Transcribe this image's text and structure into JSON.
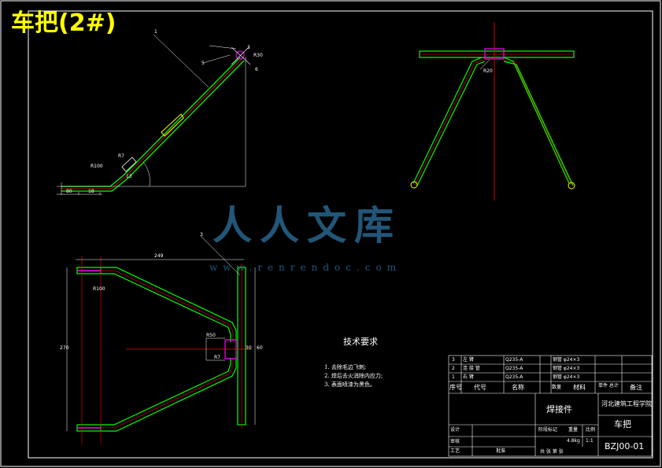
{
  "drawing": {
    "title_label": "车把(2#)",
    "colors": {
      "frame": "#ffffff",
      "outline": "#00ff00",
      "centerline": "#ff0000",
      "dimension": "#ffffff",
      "detail": "#ff00ff",
      "label": "#ffff00",
      "watermark": "#2c6f9b"
    },
    "watermark": {
      "text": "人人文库",
      "url": "www.renrendoc.com"
    },
    "tech_requirements": {
      "heading": "技术要求",
      "items": [
        "1. 去除毛边飞刺;",
        "2. 焊后去火消除内应力;",
        "3. 表面喷漆为黑色。"
      ]
    },
    "side_view": {
      "part_no": "1",
      "dims": [
        "R100",
        "R7",
        "80",
        "18",
        "13",
        "R30",
        "3",
        "5",
        "6"
      ]
    },
    "front_view": {
      "dims": [
        "R20"
      ]
    },
    "top_view": {
      "part_no": "3",
      "dims": [
        "249",
        "R100",
        "R50",
        "R7",
        "30",
        "60",
        "270"
      ]
    },
    "title_block": {
      "rows": [
        {
          "no": "3",
          "name": "左 臂",
          "standard": "Q235-A",
          "material": "钢管 φ24×3"
        },
        {
          "no": "2",
          "name": "连 接 管",
          "standard": "Q235-A",
          "material": "钢管 φ24×3"
        },
        {
          "no": "1",
          "name": "右 臂",
          "standard": "Q235-A",
          "material": "钢管 φ24×3"
        }
      ],
      "header": {
        "no": "序号",
        "code": "代号",
        "name": "名称",
        "qty": "数量",
        "material": "材料",
        "weight": "单件 总计",
        "remark": "备注"
      },
      "assembly_name": "焊接件",
      "school": "河北建筑工程学院",
      "part_name": "车把",
      "drawing_code": "BZJ00-01",
      "labels": {
        "design": "设计",
        "check": "审核",
        "process": "工艺",
        "approve": "批准",
        "stage": "阶段标记",
        "weight": "重量",
        "scale": "比例",
        "sheets": "共 张 第 张"
      },
      "weight_value": "4.8kg",
      "scale_value": "1:1"
    }
  }
}
